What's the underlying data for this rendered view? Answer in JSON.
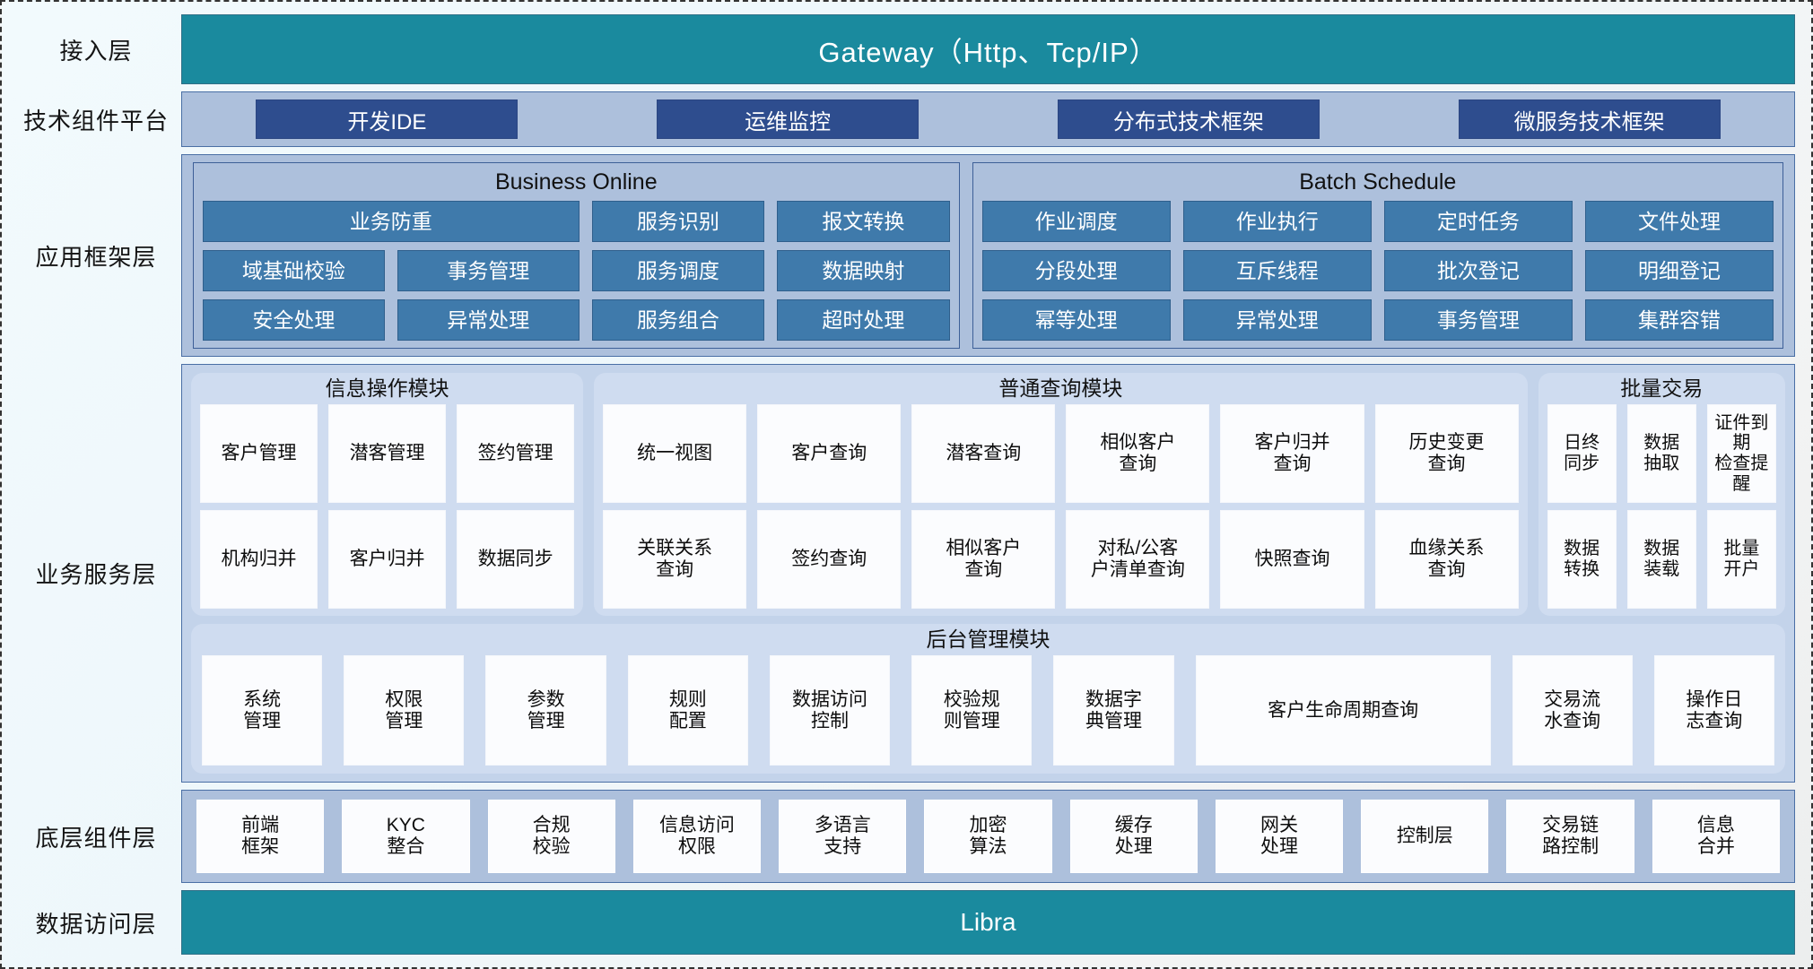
{
  "layers": {
    "access": {
      "label": "接入层",
      "title": "Gateway（Http、Tcp/IP）"
    },
    "tech": {
      "label": "技术组件平台",
      "items": [
        {
          "label": "开发IDE"
        },
        {
          "label": "运维监控"
        },
        {
          "label": "分布式技术框架"
        },
        {
          "label": "微服务技术框架"
        }
      ]
    },
    "appframework": {
      "label": "应用框架层",
      "business_online": {
        "title": "Business Online",
        "cells": [
          {
            "label": "业务防重",
            "span": 2
          },
          {
            "label": "服务识别",
            "span": 1
          },
          {
            "label": "报文转换",
            "span": 1
          },
          {
            "label": "域基础校验",
            "span": 1
          },
          {
            "label": "事务管理",
            "span": 1
          },
          {
            "label": "服务调度",
            "span": 1
          },
          {
            "label": "数据映射",
            "span": 1
          },
          {
            "label": "安全处理",
            "span": 1
          },
          {
            "label": "异常处理",
            "span": 1
          },
          {
            "label": "服务组合",
            "span": 1
          },
          {
            "label": "超时处理",
            "span": 1
          }
        ]
      },
      "batch_schedule": {
        "title": "Batch Schedule",
        "cells": [
          {
            "label": "作业调度"
          },
          {
            "label": "作业执行"
          },
          {
            "label": "定时任务"
          },
          {
            "label": "文件处理"
          },
          {
            "label": "分段处理"
          },
          {
            "label": "互斥线程"
          },
          {
            "label": "批次登记"
          },
          {
            "label": "明细登记"
          },
          {
            "label": "幂等处理"
          },
          {
            "label": "异常处理"
          },
          {
            "label": "事务管理"
          },
          {
            "label": "集群容错"
          }
        ]
      }
    },
    "business_service": {
      "label": "业务服务层",
      "info_module": {
        "title": "信息操作模块",
        "cells": [
          {
            "label": "客户管理"
          },
          {
            "label": "潜客管理"
          },
          {
            "label": "签约管理"
          },
          {
            "label": "机构归并"
          },
          {
            "label": "客户归并"
          },
          {
            "label": "数据同步"
          }
        ]
      },
      "query_module": {
        "title": "普通查询模块",
        "cells": [
          {
            "label": "统一视图"
          },
          {
            "label": "客户查询"
          },
          {
            "label": "潜客查询"
          },
          {
            "label": "相似客户\n查询"
          },
          {
            "label": "客户归并\n查询"
          },
          {
            "label": "历史变更\n查询"
          },
          {
            "label": "关联关系\n查询"
          },
          {
            "label": "签约查询"
          },
          {
            "label": "相似客户\n查询"
          },
          {
            "label": "对私/公客\n户清单查询"
          },
          {
            "label": "快照查询"
          },
          {
            "label": "血缘关系\n查询"
          }
        ]
      },
      "batch_module": {
        "title": "批量交易",
        "cells": [
          {
            "label": "日终\n同步"
          },
          {
            "label": "数据\n抽取"
          },
          {
            "label": "证件到期\n检查提醒"
          },
          {
            "label": "数据\n转换"
          },
          {
            "label": "数据\n装载"
          },
          {
            "label": "批量\n开户"
          }
        ]
      },
      "admin_module": {
        "title": "后台管理模块",
        "cells": [
          {
            "label": "系统\n管理"
          },
          {
            "label": "权限\n管理"
          },
          {
            "label": "参数\n管理"
          },
          {
            "label": "规则\n配置"
          },
          {
            "label": "数据访问\n控制"
          },
          {
            "label": "校验规\n则管理"
          },
          {
            "label": "数据字\n典管理"
          },
          {
            "label": "客户生命周期查询"
          },
          {
            "label": "交易流\n水查询"
          },
          {
            "label": "操作日\n志查询"
          }
        ]
      }
    },
    "components": {
      "label": "底层组件层",
      "cells": [
        {
          "label": "前端\n框架"
        },
        {
          "label": "KYC\n整合"
        },
        {
          "label": "合规\n校验"
        },
        {
          "label": "信息访问\n权限"
        },
        {
          "label": "多语言\n支持"
        },
        {
          "label": "加密\n算法"
        },
        {
          "label": "缓存\n处理"
        },
        {
          "label": "网关\n处理"
        },
        {
          "label": "控制层"
        },
        {
          "label": "交易链\n路控制"
        },
        {
          "label": "信息\n合并"
        }
      ]
    },
    "data_access": {
      "label": "数据访问层",
      "title": "Libra"
    }
  },
  "colors": {
    "teal": "#1a8a9e",
    "dark_blue_chip": "#2e4d8e",
    "band_blue": "#adc0dc",
    "cell_blue": "#3f7aab",
    "service_band": "#c3d3ea",
    "module_bg": "#cfdcf0",
    "cell_white": "#fbfcfe"
  }
}
